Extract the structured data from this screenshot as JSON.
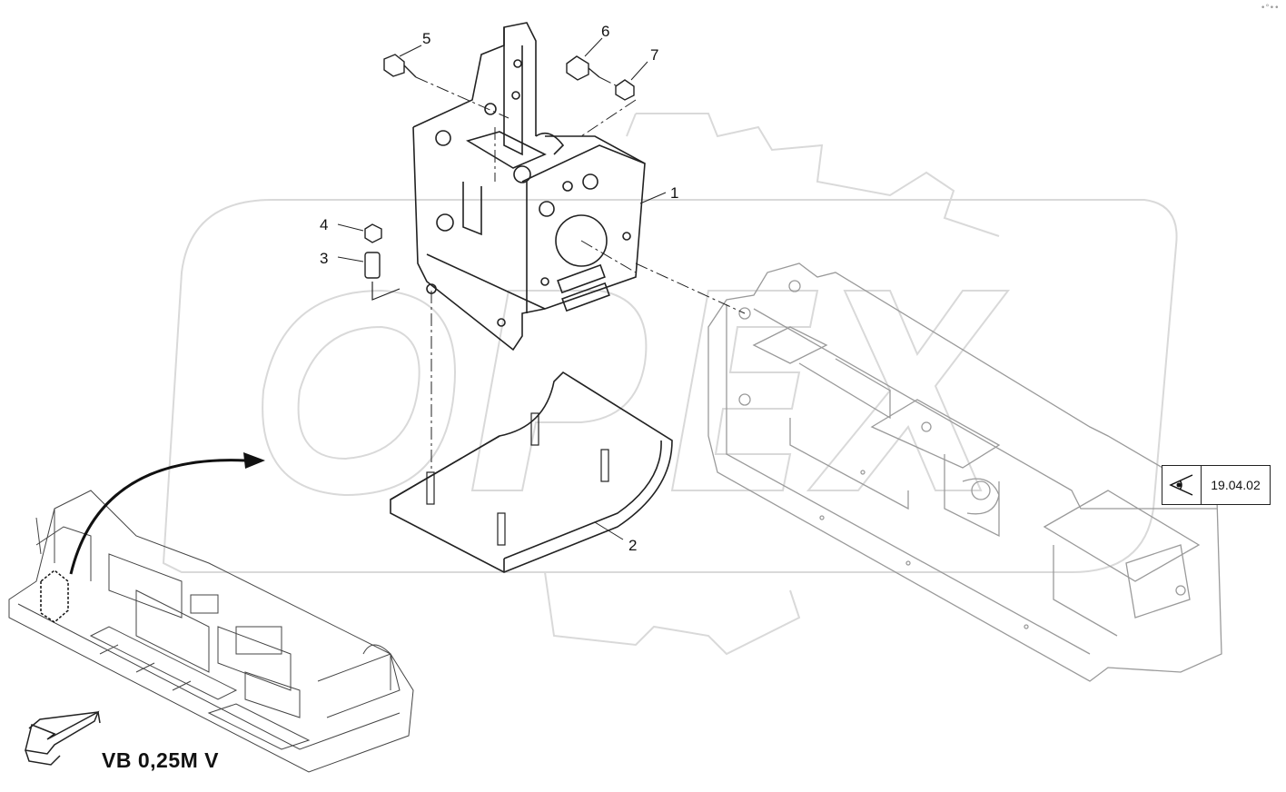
{
  "watermark": {
    "text": "OPEX",
    "color": "#d6d6d6"
  },
  "callouts": [
    {
      "id": "1",
      "label": "1"
    },
    {
      "id": "2",
      "label": "2"
    },
    {
      "id": "3",
      "label": "3"
    },
    {
      "id": "4",
      "label": "4"
    },
    {
      "id": "5",
      "label": "5"
    },
    {
      "id": "6",
      "label": "6"
    },
    {
      "id": "7",
      "label": "7"
    }
  ],
  "model_label": "VB 0,25M V",
  "reference": {
    "icon": "eye-view-icon",
    "code": "19.04.02"
  },
  "colors": {
    "line": "#222222",
    "frame_line": "#9a9a9a",
    "watermark": "#d6d6d6"
  }
}
